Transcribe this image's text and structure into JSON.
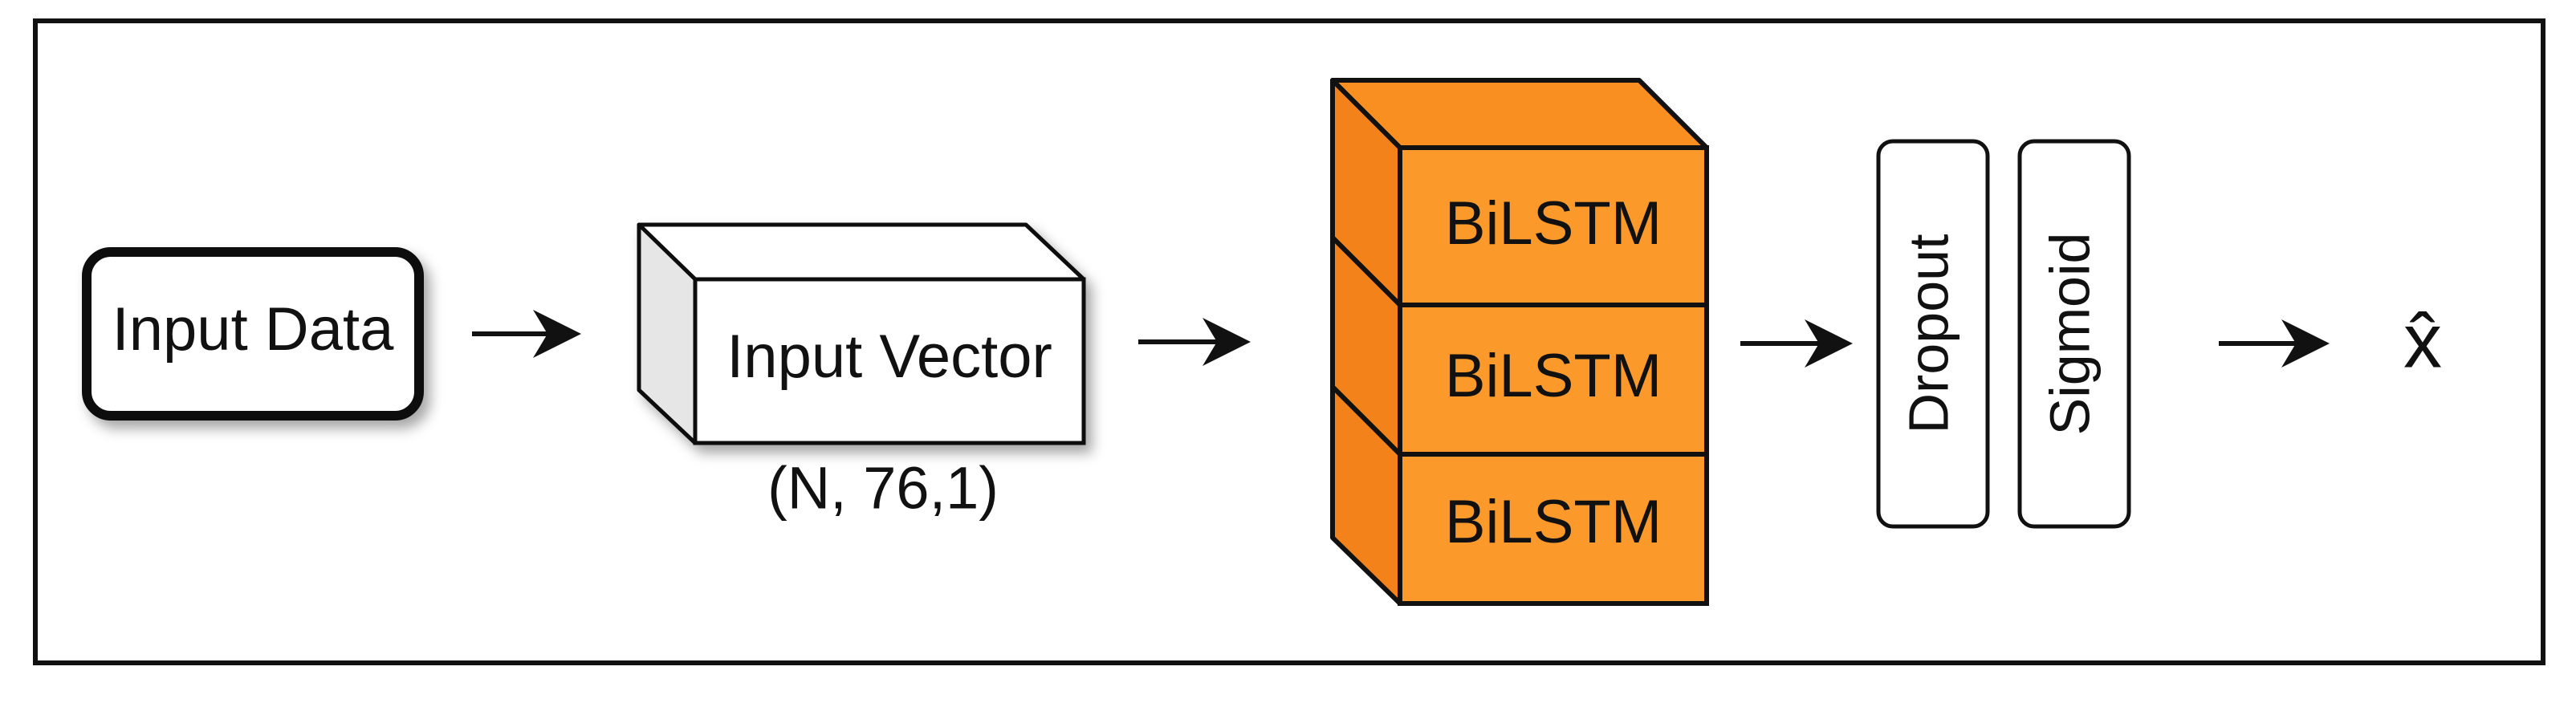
{
  "nodes": {
    "input_data": "Input Data",
    "input_vector": "Input Vector",
    "input_shape": "(N, 76,1)",
    "bilstm_layers": [
      "BiLSTM",
      "BiLSTM",
      "BiLSTM"
    ],
    "dropout": "Dropout",
    "sigmoid": "Sigmoid",
    "output": "x̂"
  },
  "colors": {
    "bilstm_front": "#fb9a2b",
    "bilstm_side": "#f3821a",
    "bilstm_top": "#f98f20",
    "vector_side": "#e6e6e6",
    "stroke": "#111111"
  },
  "icons": [
    "arrow-right-icon"
  ]
}
